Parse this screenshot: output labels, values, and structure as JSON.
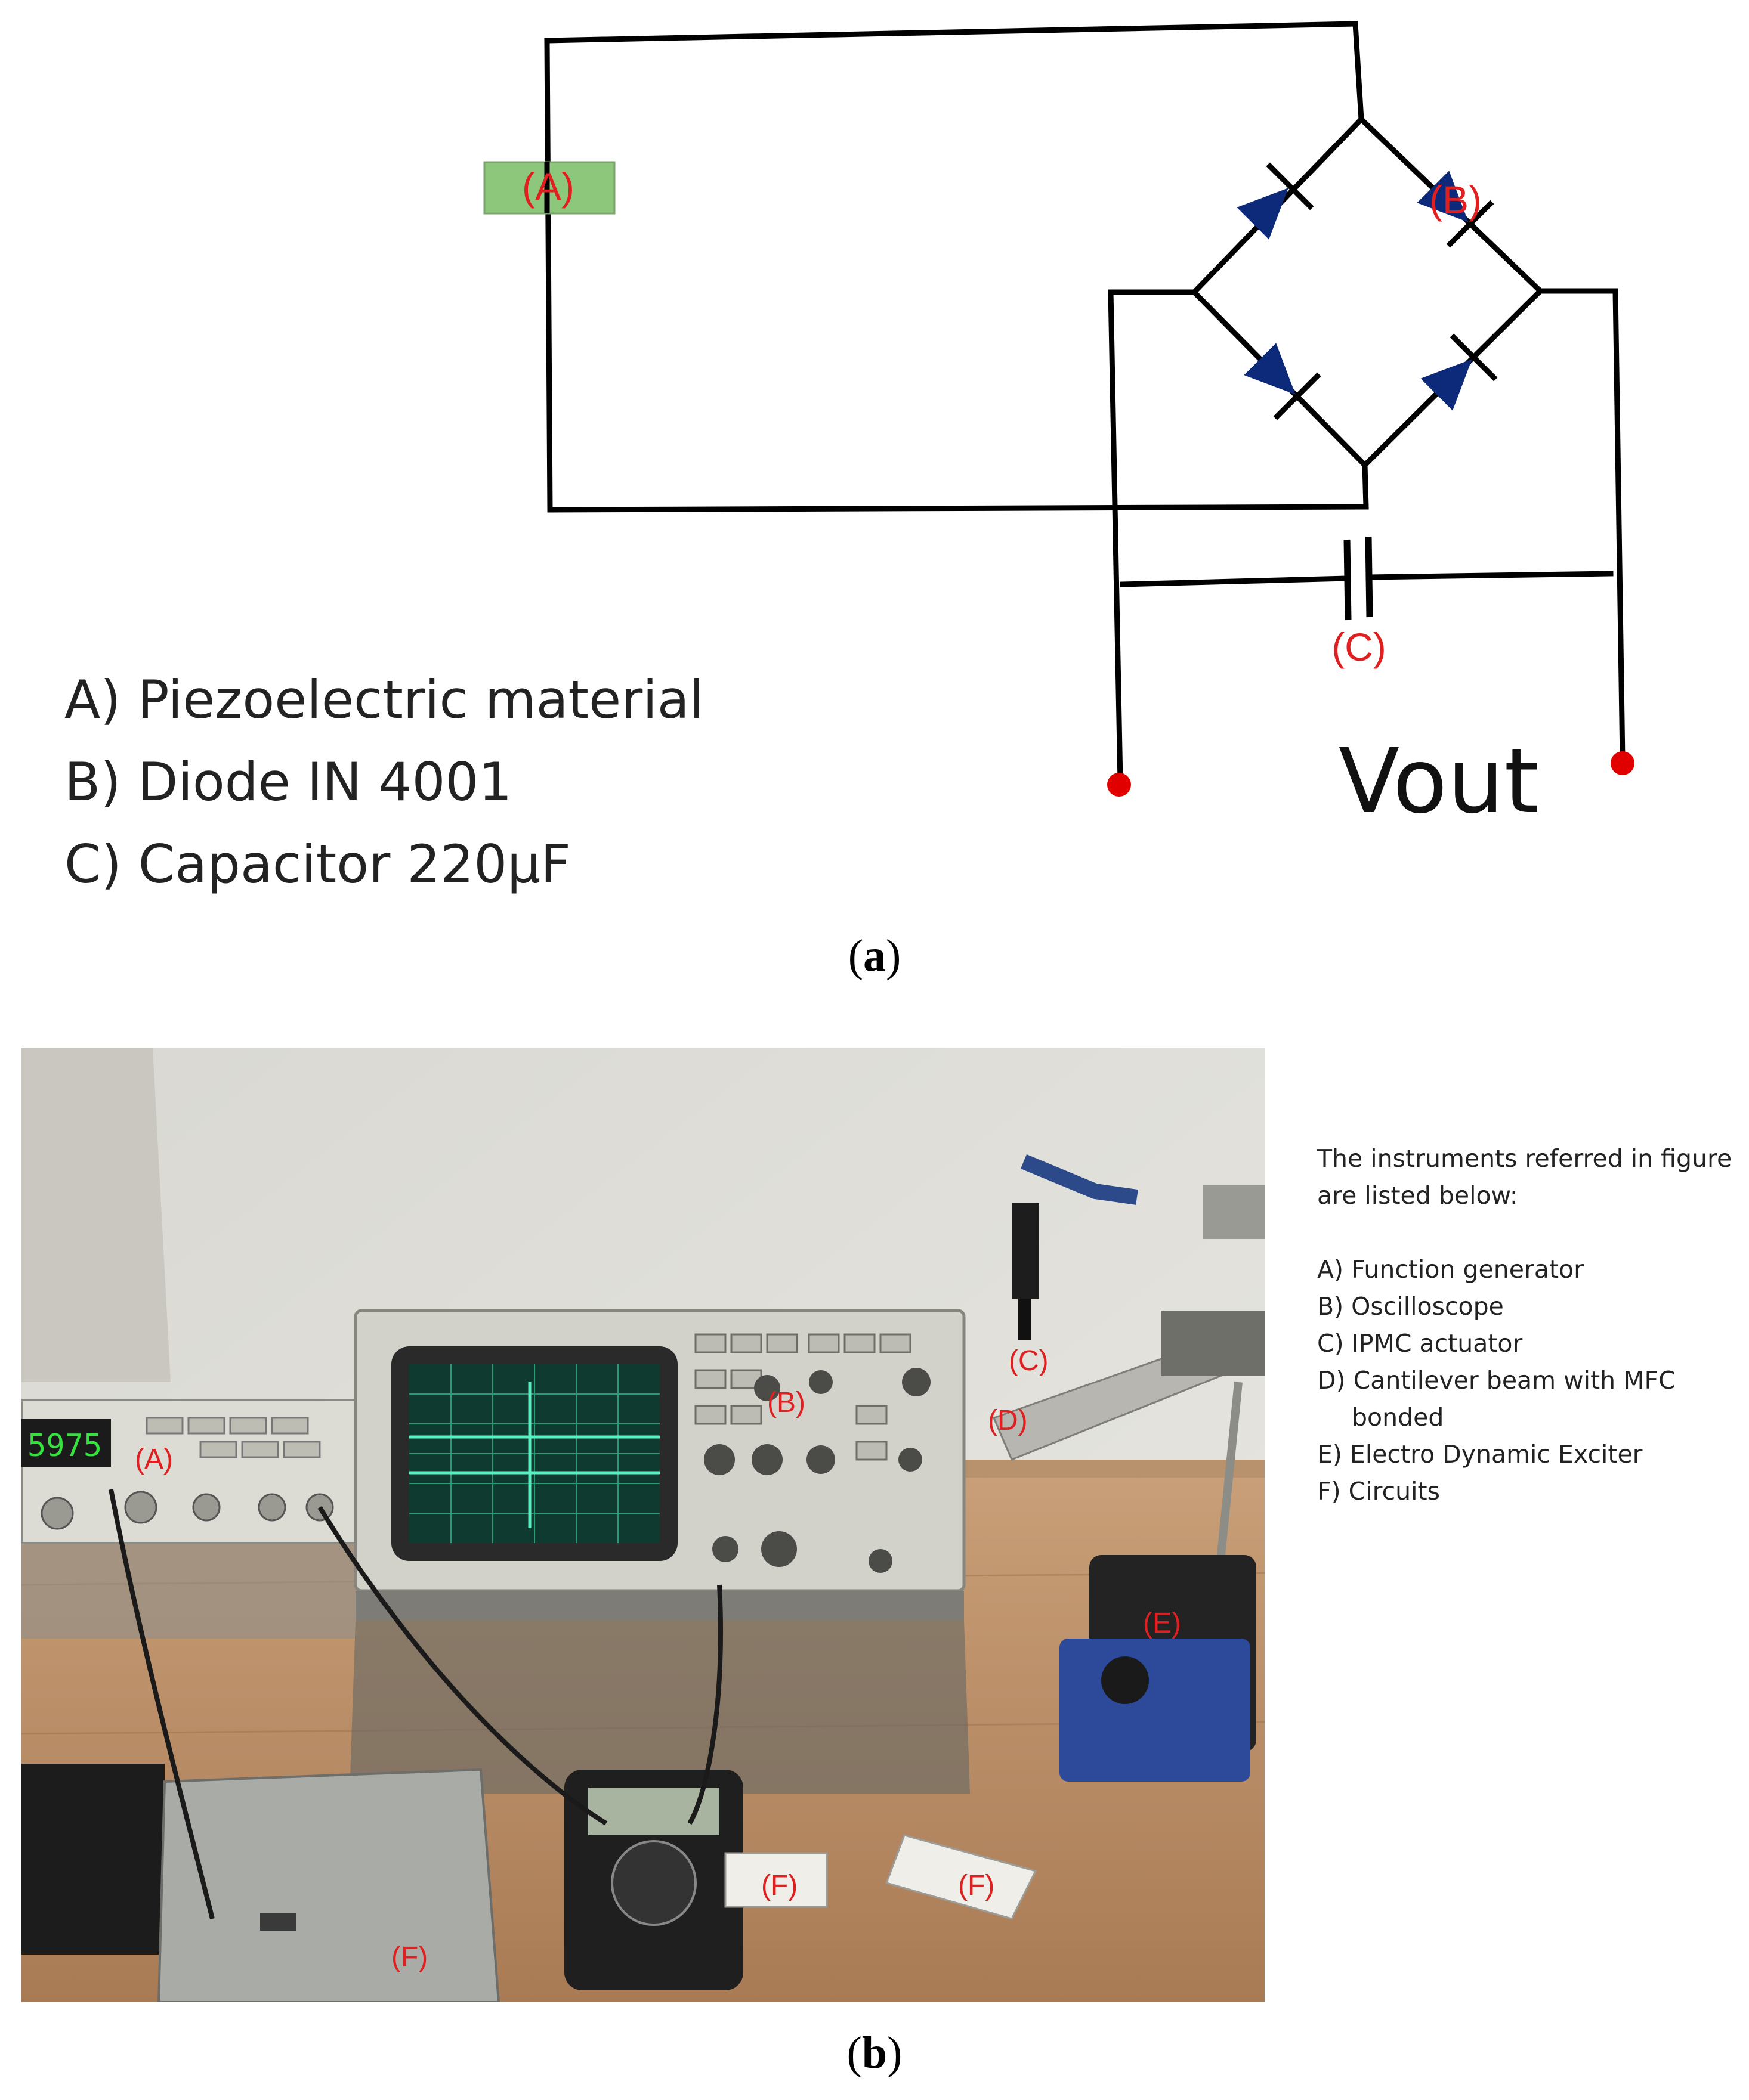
{
  "panel_a": {
    "labels": {
      "piezo": "(A)",
      "diode": "(B)",
      "capacitor": "(C)",
      "vout": "Vout"
    },
    "legend": [
      "A) Piezoelectric material",
      "B) Diode IN 4001",
      "C) Capacitor 220μF"
    ],
    "caption": {
      "open": "(",
      "letter": "a",
      "close": ")"
    },
    "colors": {
      "wire": "#000000",
      "diode": "#0d2a7a",
      "piezo_fill": "#8dc77b",
      "label_red": "#e02020",
      "terminal": "#e00000"
    }
  },
  "panel_b": {
    "photo_labels": {
      "function_generator": "(A)",
      "oscilloscope": "(B)",
      "ipmc": "(C)",
      "beam": "(D)",
      "exciter": "(E)",
      "circuit_1": "(F)",
      "circuit_2": "(F)",
      "circuit_3": "(F)"
    },
    "display_readout": "5975",
    "legend_intro": "The instruments referred  in figure are listed below:",
    "legend_items": [
      "A) Function  generator",
      "B) Oscilloscope",
      "C) IPMC  actuator",
      "D) Cantilever  beam with MFC",
      "bonded",
      "E) Electro Dynamic Exciter",
      "F) Circuits"
    ],
    "caption": {
      "open": "(",
      "letter": "b",
      "close": ")"
    }
  }
}
